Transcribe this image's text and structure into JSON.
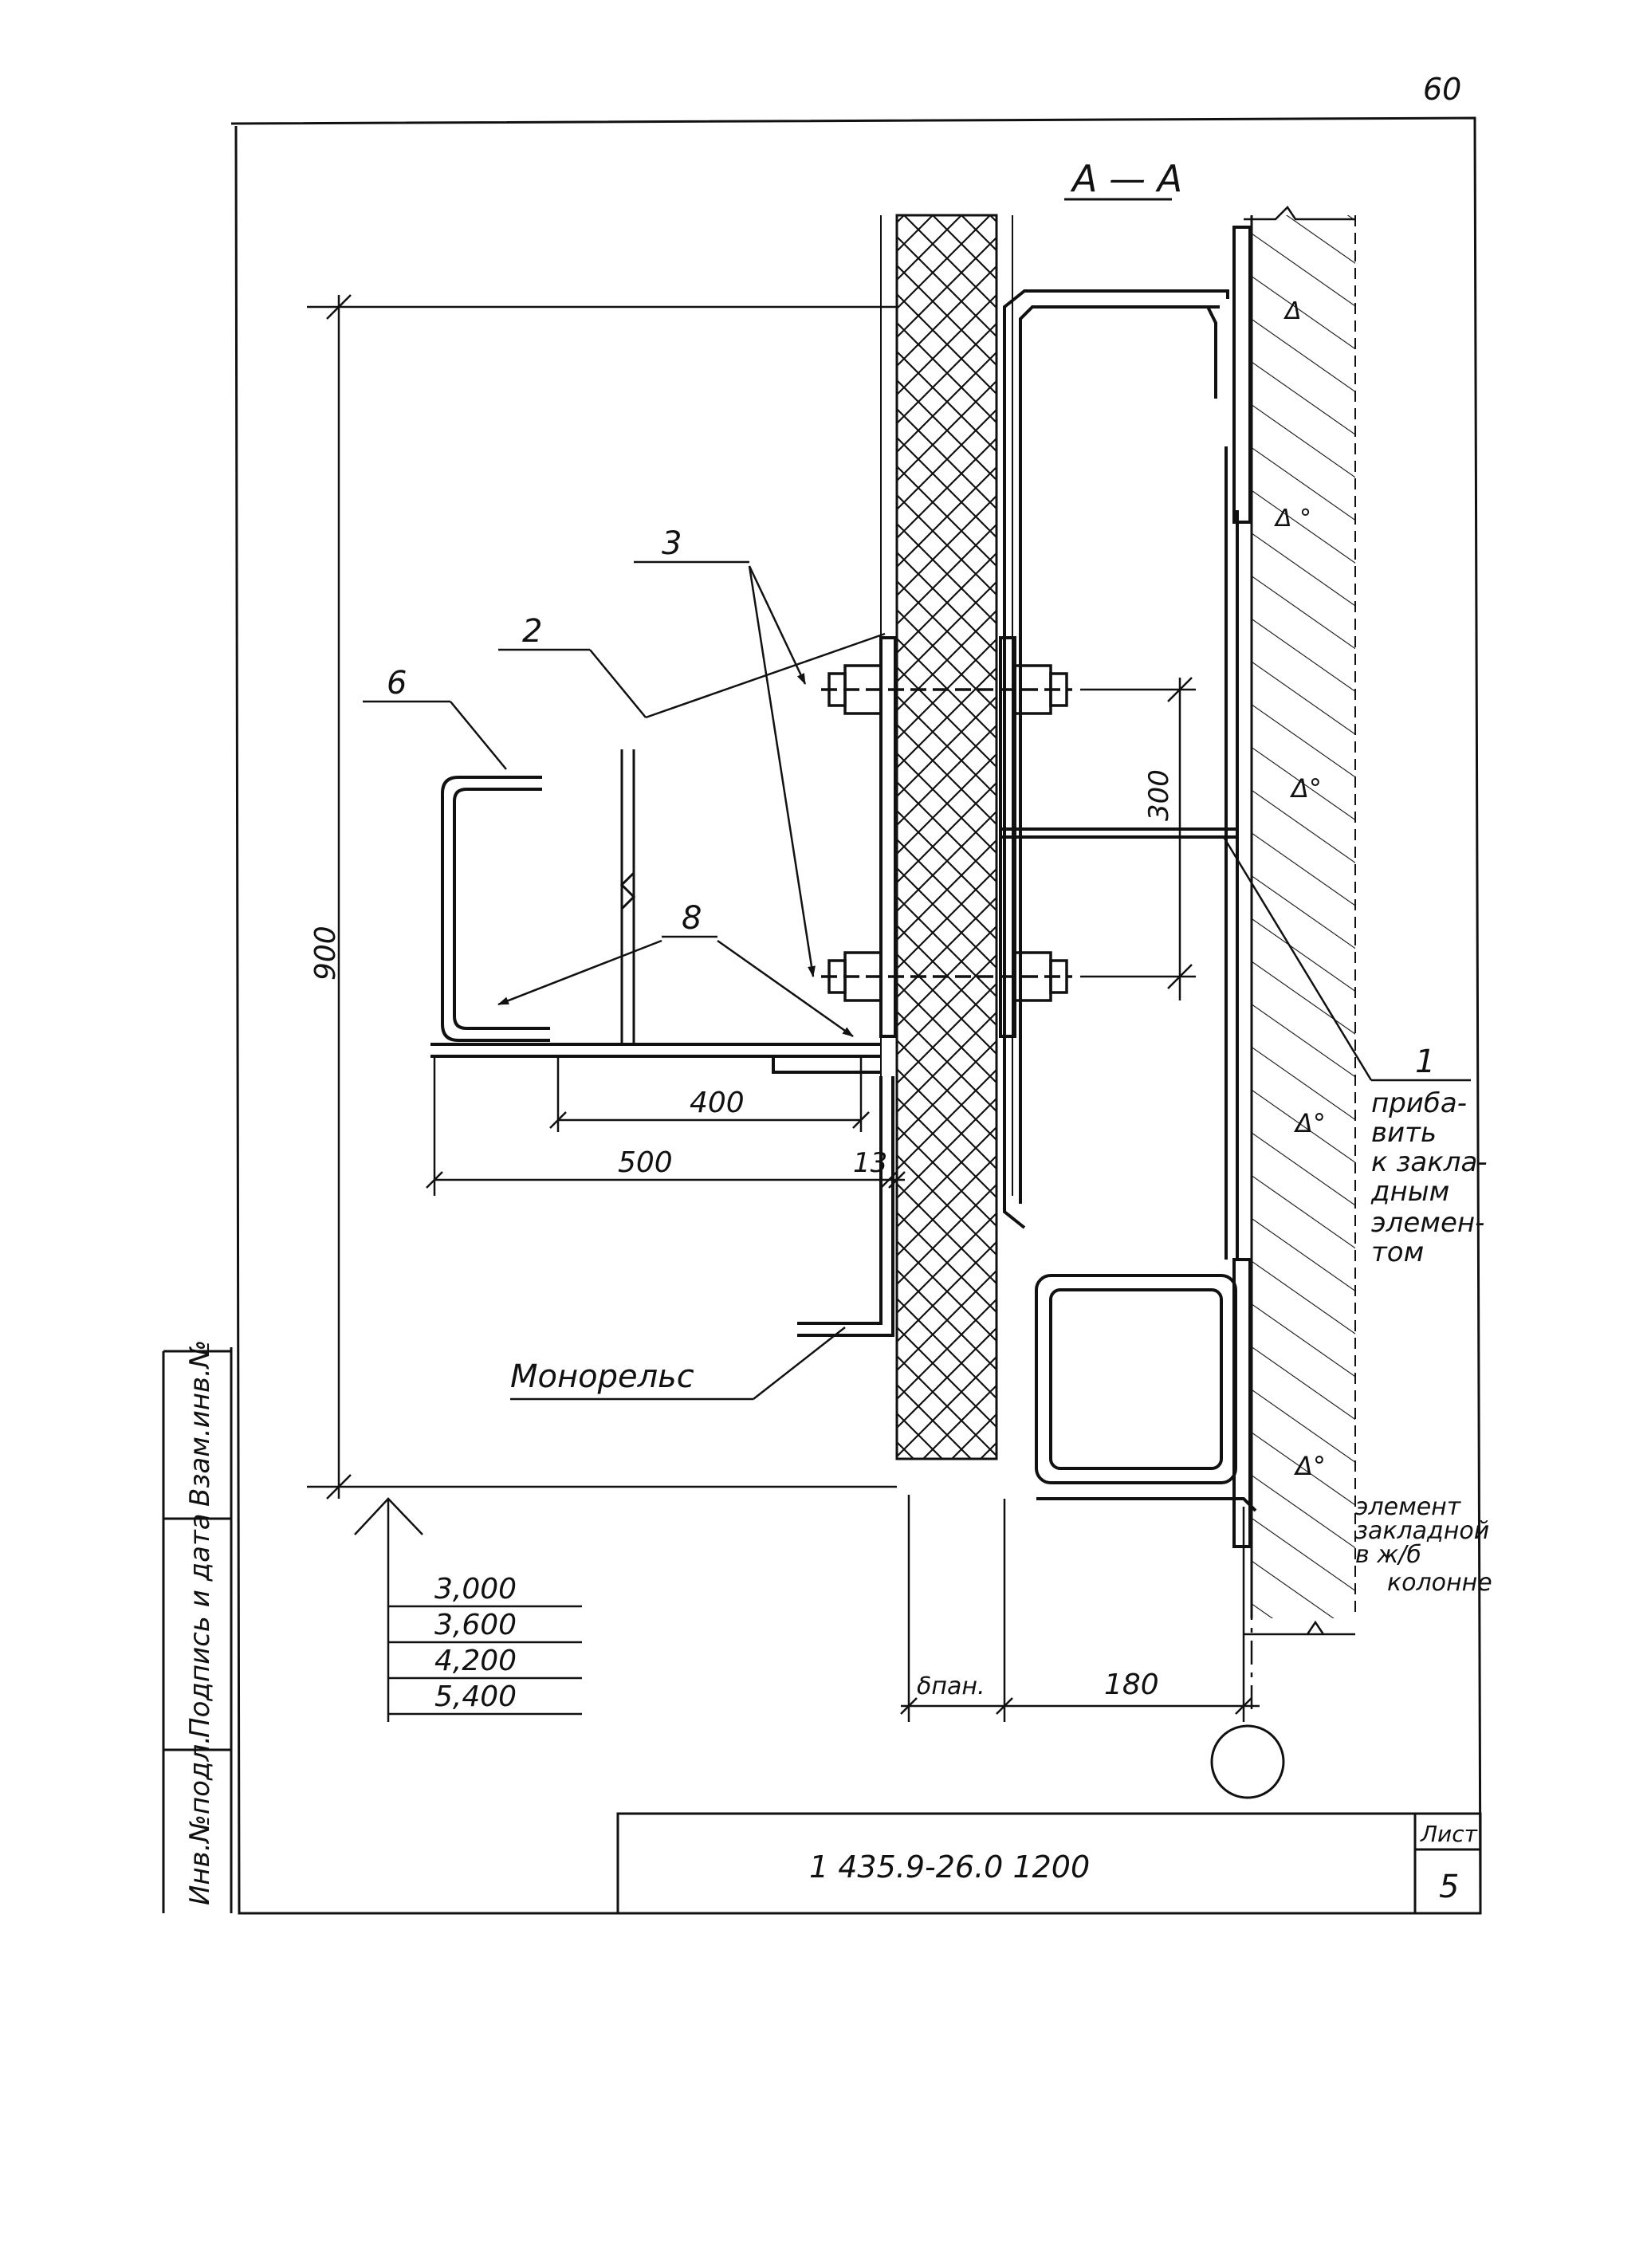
{
  "page_number": "60",
  "section_label": "А — А",
  "leaders": {
    "l3": "3",
    "l2": "2",
    "l6": "6",
    "l8": "8",
    "l1": "1",
    "l13": "13"
  },
  "dimensions": {
    "height_900": "900",
    "spacing_300": "300",
    "len_400": "400",
    "len_500": "500",
    "panel_thickness": "δпан.",
    "offset_180": "180"
  },
  "note_1": [
    "приба-",
    "вить",
    "к закла-",
    "дным",
    "элемен-",
    "том"
  ],
  "monorail_label": "Монорельс",
  "embed_note": [
    "элемент",
    "закладной",
    "в ж/б",
    "колонне"
  ],
  "level_marks": [
    "3,000",
    "3,600",
    "4,200",
    "5,400"
  ],
  "side_stamp": [
    "Инв.№подл.",
    "Подпись и дата",
    "Взам.инв.№"
  ],
  "title_block": {
    "code": "1 435.9-26.0 1200",
    "sheet_label": "Лист",
    "sheet_number": "5"
  },
  "colors": {
    "ink": "#111111",
    "paper": "#ffffff"
  }
}
